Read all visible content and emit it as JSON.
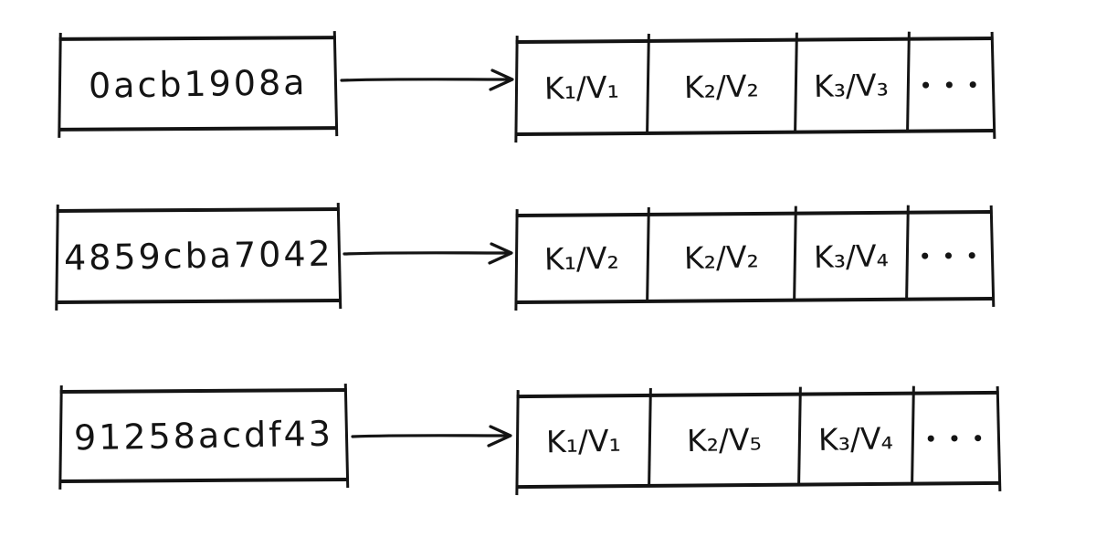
{
  "diagram": {
    "description": "Hand-drawn mapping of hash strings to arrays of key/value pairs",
    "ink_color": "#141414",
    "background_color": "#ffffff",
    "rows": [
      {
        "hash": "0acb1908a",
        "cells": [
          "K₁/V₁",
          "K₂/V₂",
          "K₃/V₃"
        ],
        "ellipsis": "•••"
      },
      {
        "hash": "4859cba7042",
        "cells": [
          "K₁/V₂",
          "K₂/V₂",
          "K₃/V₄"
        ],
        "ellipsis": "•••"
      },
      {
        "hash": "91258acdf43",
        "cells": [
          "K₁/V₁",
          "K₂/V₅",
          "K₃/V₄"
        ],
        "ellipsis": "•••"
      }
    ]
  }
}
